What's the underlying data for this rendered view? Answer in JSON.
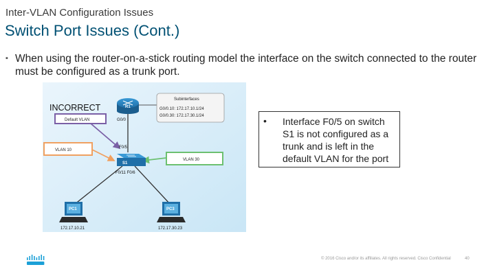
{
  "header": {
    "section_title": "Inter-VLAN Configuration Issues",
    "slide_title": "Switch Port Issues (Cont.)"
  },
  "bullet": {
    "text": "When using the router-on-a-stick routing model the interface on the switch connected to the router must be configured as a trunk port."
  },
  "diagram": {
    "label": "INCORRECT",
    "router": {
      "name": "R1",
      "port": "G0/0"
    },
    "switch": {
      "name": "S1",
      "up_port": "F0/5",
      "down_ports": "F0/11 F0/6"
    },
    "subinterfaces": {
      "title": "Subinterfaces",
      "lines": [
        "G0/0.10: 172.17.10.1/24",
        "G0/0.30: 172.17.30.1/24"
      ]
    },
    "callouts": {
      "default_vlan": "Default VLAN",
      "vlan10": "VLAN 10",
      "vlan30": "VLAN 30"
    },
    "pcs": [
      {
        "name": "PC1",
        "ip": "172.17.10.21"
      },
      {
        "name": "PC3",
        "ip": "172.17.30.23"
      }
    ],
    "colors": {
      "purple": "#7a5fa6",
      "orange": "#f0a060",
      "green": "#6cc070",
      "blue": "#1f6fa8"
    }
  },
  "callout": {
    "bullet": "•",
    "text": "Interface F0/5 on switch S1 is not configured as a trunk and is left in the default VLAN for the port"
  },
  "footer": {
    "copyright": "© 2016 Cisco and/or its affiliates. All rights reserved. Cisco Confidential",
    "page": "40"
  }
}
